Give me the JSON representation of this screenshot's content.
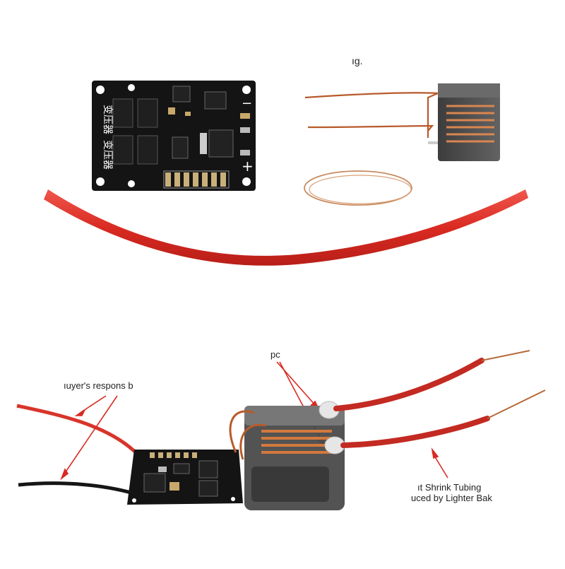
{
  "labels": {
    "top_fragment": "ıg.",
    "buyer": "ıuyer's respons b",
    "pc": "pc",
    "shrink_line1": "ıt Shrink Tubing",
    "shrink_line2": "uced by Lighter Bak"
  },
  "pcb": {
    "silkscreen_top": "变压器",
    "silkscreen_bottom": "变压器",
    "plus_sign": "+",
    "minus_sign": "−"
  },
  "colors": {
    "pcb": "#141414",
    "red_wire": "#d8342b",
    "copper": "#c8703a",
    "heat_shrink": "#e8352e",
    "coil_body": "#3a3a3a"
  }
}
